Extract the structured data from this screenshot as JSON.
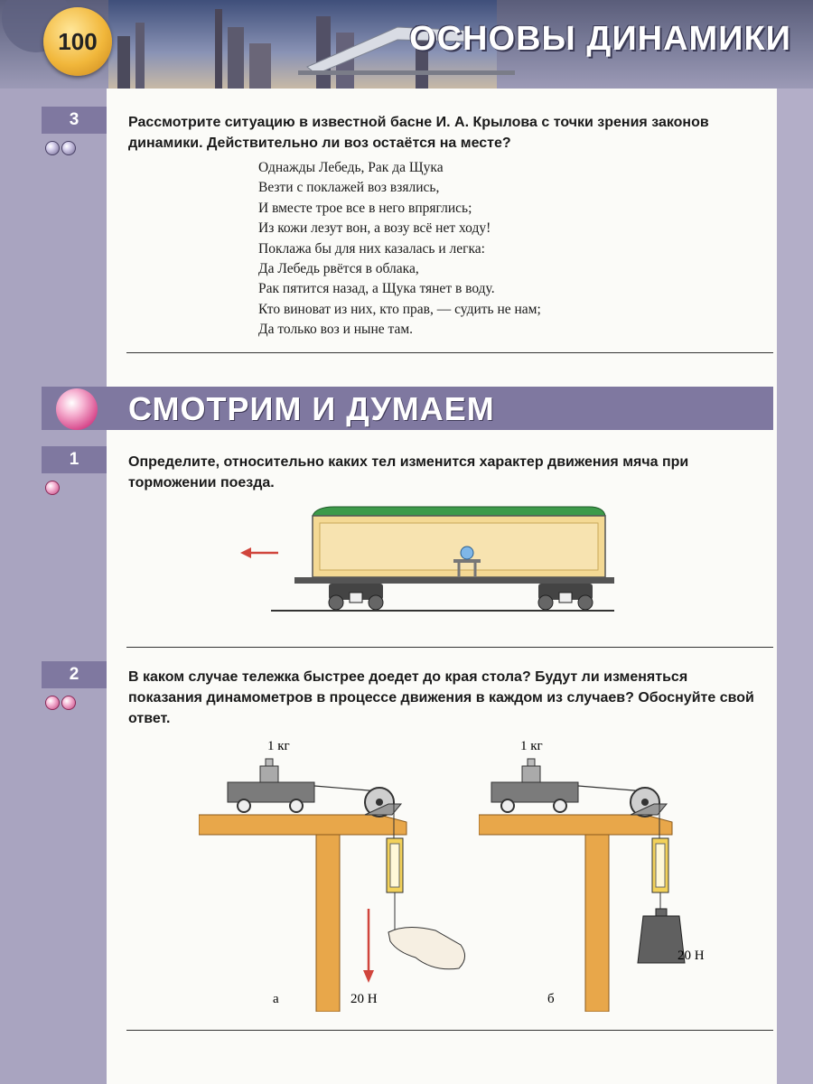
{
  "header": {
    "page_number": "100",
    "chapter_title": "Основы динамики"
  },
  "task_top": {
    "number": "3",
    "difficulty_dots": 2,
    "question": "Рассмотрите ситуацию в известной басне И. А. Крылова с точки зрения законов динамики. Действительно ли воз остаётся на месте?",
    "poem": [
      "Однажды Лебедь, Рак да Щука",
      "Везти с поклажей воз взялись,",
      "И вместе трое все в него впряглись;",
      "Из кожи лезут вон, а возу всё нет ходу!",
      "Поклажа бы для них казалась и легка:",
      "Да Лебедь рвётся в облака,",
      "Рак пятится назад, а Щука тянет в воду.",
      "Кто виноват из них, кто прав, — судить не нам;",
      "Да только воз и ныне там."
    ]
  },
  "section": {
    "title": "Смотрим и думаем"
  },
  "task_1": {
    "number": "1",
    "difficulty_dots": 1,
    "question": "Определите, относительно каких тел изменится характер движения мяча при торможении поезда."
  },
  "task_2": {
    "number": "2",
    "difficulty_dots": 2,
    "question": "В каком случае тележка быстрее доедет до края стола? Будут ли изменяться показания динамометров в процессе движения в каждом из случаев? Обоснуйте свой ответ.",
    "figure_a": {
      "mass_label": "1 кг",
      "force_label": "20 Н",
      "caption": "а"
    },
    "figure_b": {
      "mass_label": "1 кг",
      "force_label": "20 Н",
      "caption": "б"
    }
  },
  "colors": {
    "accent": "#7f78a0",
    "arrow": "#d0453c",
    "table": "#e8a74a",
    "wagon_roof": "#3d9a4a",
    "wagon_body": "#f4d994"
  }
}
